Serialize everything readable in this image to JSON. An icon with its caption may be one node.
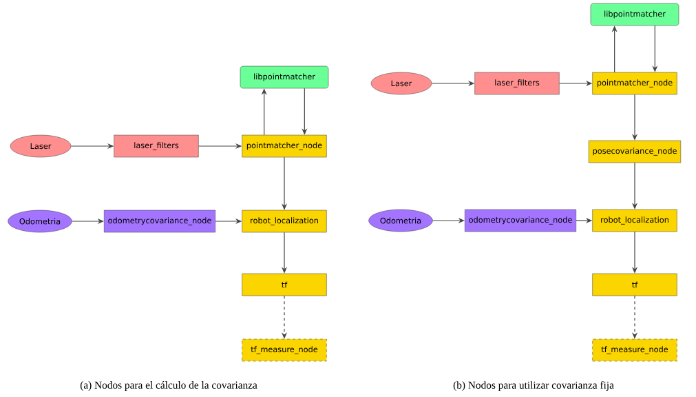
{
  "diagram": {
    "nodes": [
      {
        "text": [
          "Laser"
        ]
      },
      {
        "text": [
          "laser_filters"
        ]
      },
      {
        "text": [
          "libpointmatcher"
        ]
      },
      {
        "text": [
          "pointmatcher_node"
        ]
      },
      {
        "text": [
          "Odometria"
        ]
      },
      {
        "text": [
          "odometrycovariance_node"
        ]
      },
      {
        "text": [
          "robot_localization"
        ]
      },
      {
        "text": [
          "tf"
        ]
      },
      {
        "text": [
          "tf_measure_node"
        ]
      },
      {
        "text": [
          "libpointmatcher"
        ]
      },
      {
        "text": [
          "Laser"
        ]
      },
      {
        "text": [
          "laser_filters"
        ]
      },
      {
        "text": [
          "pointmatcher_node"
        ]
      },
      {
        "text": [
          "posecovariance_node"
        ]
      },
      {
        "text": [
          "Odometria"
        ]
      },
      {
        "text": [
          "odometrycovariance_node"
        ]
      },
      {
        "text": [
          "robot_localization"
        ]
      },
      {
        "text": [
          "tf"
        ]
      },
      {
        "text": [
          "tf_measure_node"
        ]
      }
    ],
    "edges": [
      {
        "from": 0,
        "to": 1,
        "arrow": "to"
      },
      {
        "from": 1,
        "to": 3,
        "arrow": "to"
      },
      {
        "from": 3,
        "to": 2,
        "arrow": "to"
      },
      {
        "from": 2,
        "to": 3,
        "arrow": "to"
      },
      {
        "from": 3,
        "to": 6,
        "arrow": "to"
      },
      {
        "from": 4,
        "to": 5,
        "arrow": "to"
      },
      {
        "from": 5,
        "to": 6,
        "arrow": "to"
      },
      {
        "from": 6,
        "to": 7,
        "arrow": "to"
      },
      {
        "from": 7,
        "to": 8,
        "arrow": "to",
        "style": "dashed"
      },
      {
        "from": 10,
        "to": 11,
        "arrow": "to"
      },
      {
        "from": 11,
        "to": 12,
        "arrow": "to"
      },
      {
        "from": 12,
        "to": 9,
        "arrow": "to"
      },
      {
        "from": 9,
        "to": 12,
        "arrow": "to"
      },
      {
        "from": 12,
        "to": 13,
        "arrow": "to"
      },
      {
        "from": 13,
        "to": 16,
        "arrow": "to"
      },
      {
        "from": 14,
        "to": 15,
        "arrow": "to"
      },
      {
        "from": 15,
        "to": 16,
        "arrow": "to"
      },
      {
        "from": 16,
        "to": 17,
        "arrow": "to"
      },
      {
        "from": 17,
        "to": 18,
        "arrow": "to",
        "style": "dashed"
      }
    ],
    "labels": [
      "(a) Nodos para el cálculo de la covarianza",
      "(b) Nodos para utilizar covarianza fija"
    ]
  }
}
